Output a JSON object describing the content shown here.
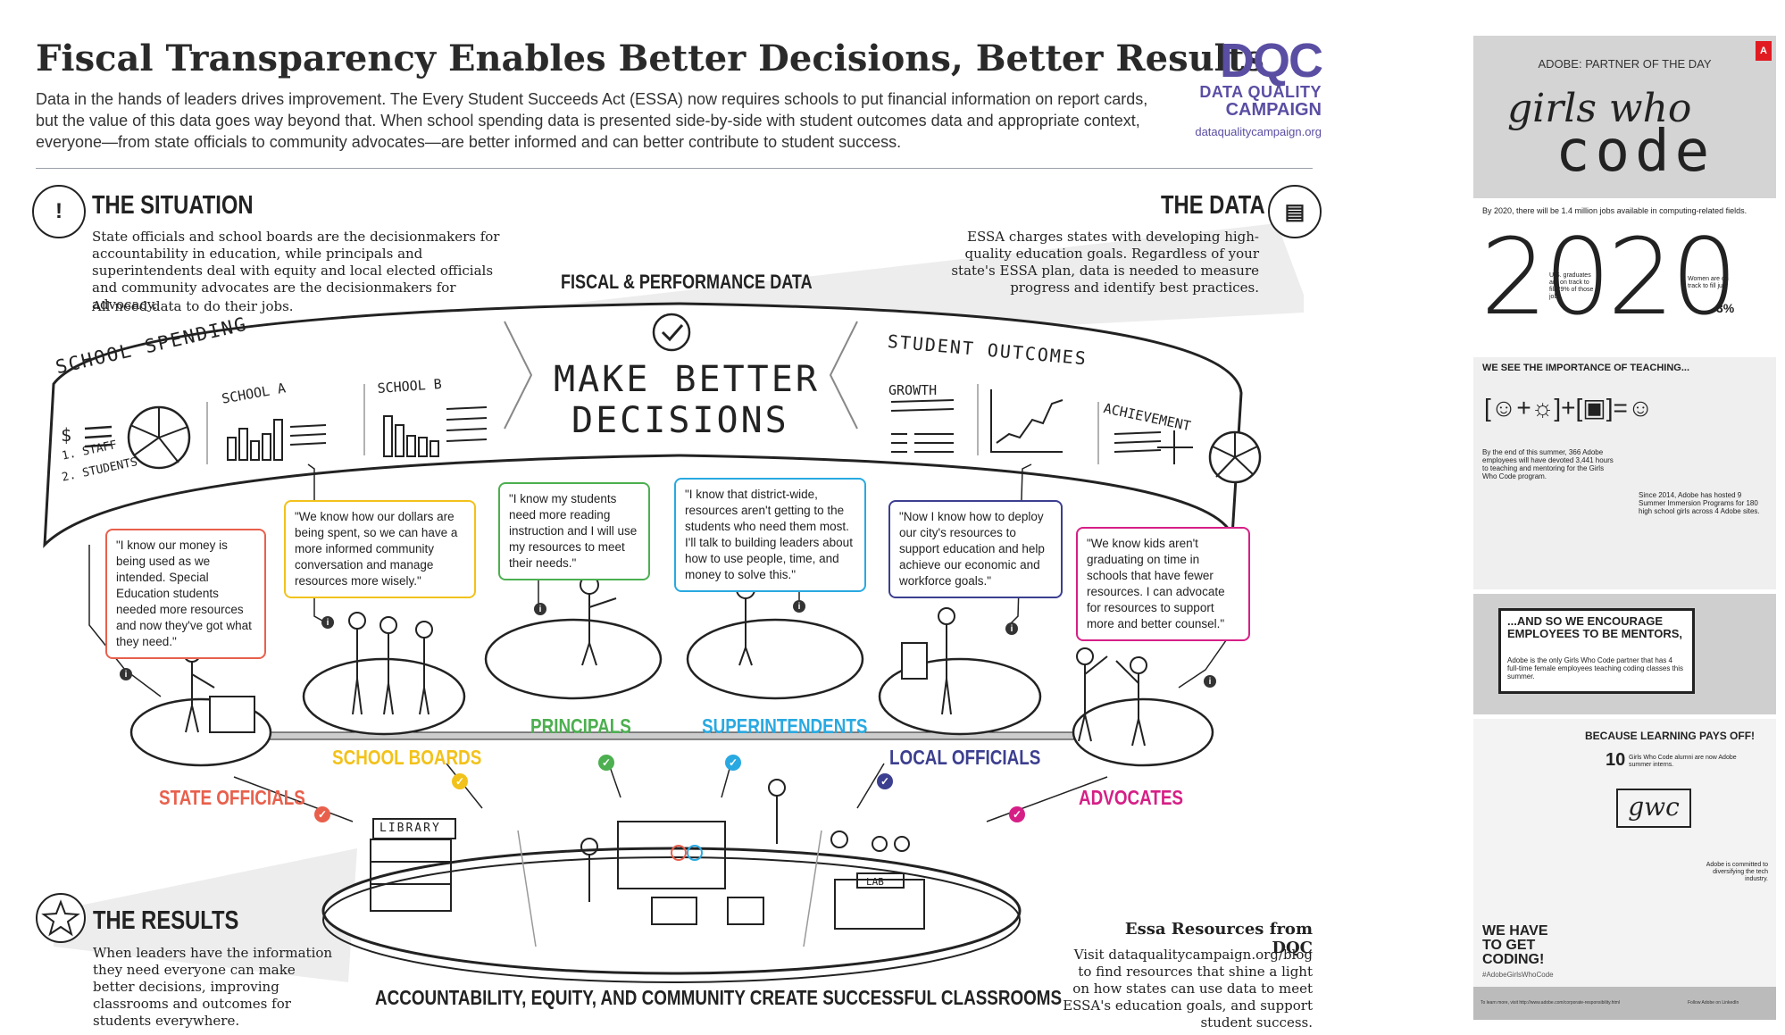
{
  "header": {
    "title": "Fiscal Transparency Enables Better Decisions, Better Results",
    "intro": "Data in the hands of leaders drives improvement. The Every Student Succeeds Act (ESSA) now requires schools to put financial information on report cards, but the value of this data goes way beyond that. When school spending data is presented side-by-side with student outcomes data and appropriate context, everyone—from state officials to community advocates—are better informed and can better contribute to student success."
  },
  "logo": {
    "mark": "DQC",
    "line1": "DATA QUALITY",
    "line2": "CAMPAIGN",
    "url": "dataqualitycampaign.org"
  },
  "situation": {
    "heading": "THE SITUATION",
    "text": "State officials and school boards are the decisionmakers for accountability in education, while principals and superintendents deal with equity and local elected officials and community advocates are the decisionmakers for advocacy.",
    "text2": "All need data to do their jobs."
  },
  "data_section": {
    "heading": "THE DATA",
    "text": "ESSA charges states with developing high-quality education goals. Regardless of your state's ESSA plan, data is needed to measure progress and identify best practices."
  },
  "band": {
    "title": "FISCAL & PERFORMANCE DATA",
    "school_spending": "SCHOOL SPENDING",
    "staff": "1. STAFF",
    "students": "2. STUDENTS",
    "dollar": "$",
    "school_a": "SCHOOL A",
    "school_b": "SCHOOL B",
    "center_line1": "MAKE BETTER",
    "center_line2": "DECISIONS",
    "student_outcomes": "STUDENT OUTCOMES",
    "growth": "GROWTH",
    "achievement": "ACHIEVEMENT"
  },
  "quotes": {
    "state": "\"I know our money is being used as we intended. Special Education students needed more resources and now they've got what they need.\"",
    "boards": "\"We know how our dollars are being spent, so we can have a more informed community conversation and manage resources more wisely.\"",
    "principals": "\"I know my students need more reading instruction and I will use my resources to meet their needs.\"",
    "superintendents": "\"I know that district-wide, resources aren't getting to the students who need them most. I'll talk to building leaders about how to use people, time, and money to solve this.\"",
    "local": "\"Now I know how to deploy our city's resources to support education and help achieve our economic and workforce goals.\"",
    "advocates": "\"We know kids aren't graduating on time in schools that have fewer resources. I can advocate for resources to support more and better counsel.\""
  },
  "roles": {
    "state": "STATE OFFICIALS",
    "boards": "SCHOOL BOARDS",
    "principals": "PRINCIPALS",
    "superintendents": "SUPERINTENDENTS",
    "local": "LOCAL OFFICIALS",
    "advocates": "ADVOCATES"
  },
  "classroom": {
    "library": "LIBRARY",
    "lab": "LAB",
    "caption": "ACCOUNTABILITY, EQUITY, AND COMMUNITY CREATE SUCCESSFUL CLASSROOMS"
  },
  "results": {
    "heading": "THE RESULTS",
    "text": "When leaders have the information they need everyone can make better decisions, improving classrooms and outcomes for students everywhere."
  },
  "resources": {
    "heading": "Essa Resources from DQC",
    "text": "Visit dataqualitycampaign.org/blog to find resources that shine a light on how states can use data to meet ESSA's education goals, and support student success."
  },
  "ad": {
    "partner": "ADOBE: PARTNER OF THE DAY",
    "brand1": "girls who",
    "brand2": "code",
    "jobs_text": "By 2020, there will be 1.4 million jobs available in computing-related fields.",
    "year": "2020",
    "grads_text": "U.S. graduates are on track to fill 29% of those jobs.",
    "women_text": "Women are on track to fill just",
    "women_pct": "3%",
    "teaching_head": "WE SEE THE IMPORTANCE OF TEACHING...",
    "employees_text": "By the end of this summer, 366 Adobe employees will have devoted 3,441 hours to teaching and mentoring for the Girls Who Code program.",
    "since_text": "Since 2014, Adobe has hosted 9 Summer Immersion Programs for 180 high school girls across 4 Adobe sites.",
    "mentor_head": "...AND SO WE ENCOURAGE EMPLOYEES TO BE MENTORS,",
    "mentor_text": "Adobe is the only Girls Who Code partner that has 4 full-time female employees teaching coding classes this summer.",
    "pays_head": "BECAUSE LEARNING PAYS OFF!",
    "alumni_num": "10",
    "alumni_text": "Girls Who Code alumni are now Adobe summer interns.",
    "gwc": "gwc",
    "committed": "Adobe is committed to diversifying the tech industry.",
    "cta1": "WE HAVE",
    "cta2": "TO GET",
    "cta3": "CODING!",
    "hashtag": "#AdobeGirlsWhoCode",
    "footer_left": "To learn more, visit http://www.adobe.com/corporate-responsibility.html",
    "footer_right": "Follow Adobe on LinkedIn"
  },
  "colors": {
    "state": "#e8604c",
    "boards": "#f2c21b",
    "principals": "#4caf50",
    "superintendents": "#29a9e1",
    "local": "#3c3f8f",
    "advocates": "#d61f86",
    "dqc": "#5a4ea3"
  }
}
